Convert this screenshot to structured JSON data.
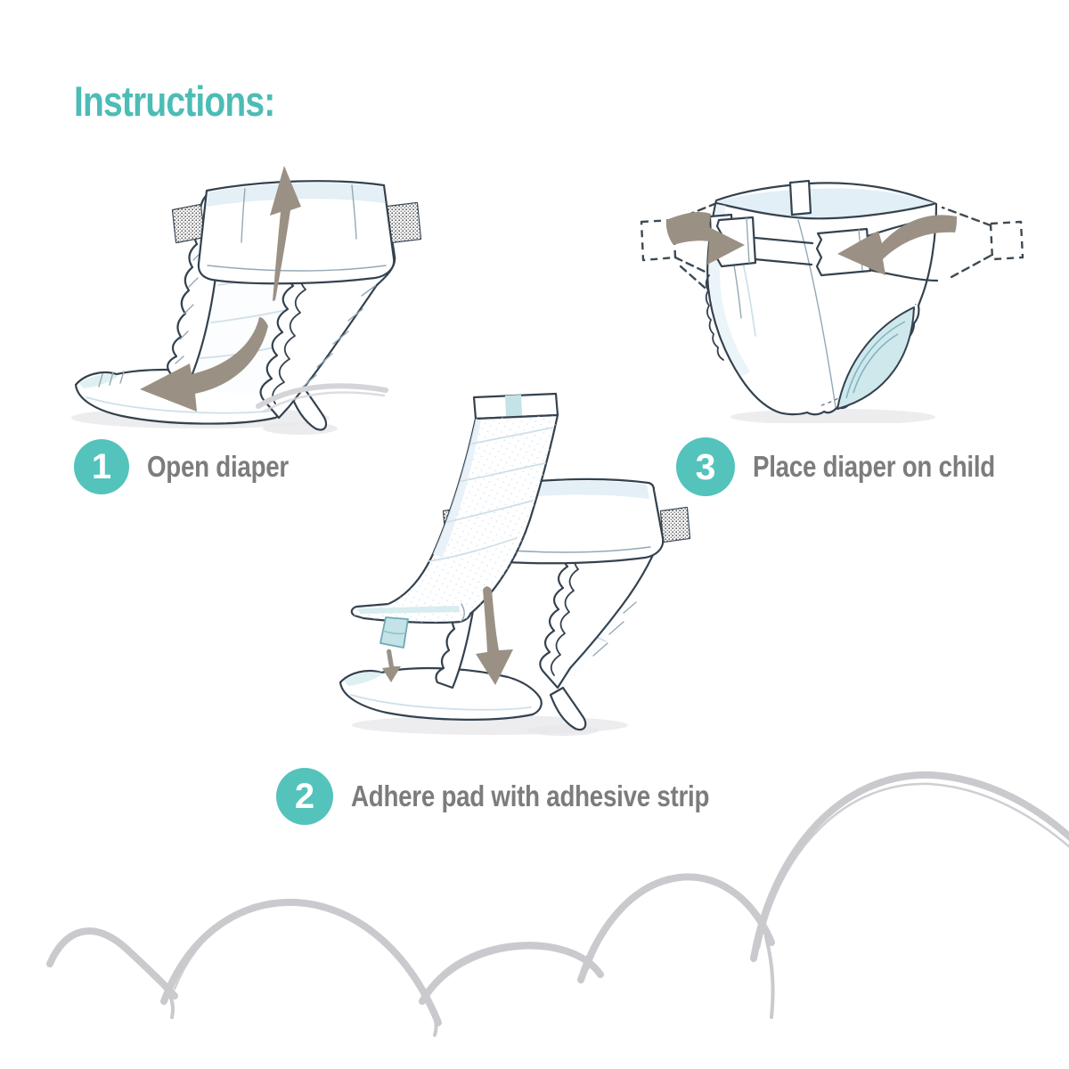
{
  "page": {
    "title": "Instructions:"
  },
  "steps": [
    {
      "number": "1",
      "label": "Open diaper",
      "illustration": "open-diaper-line-art"
    },
    {
      "number": "2",
      "label": "Adhere pad with adhesive strip",
      "illustration": "pad-with-adhesive-strip-line-art"
    },
    {
      "number": "3",
      "label": "Place diaper on child",
      "illustration": "fastened-diaper-line-art"
    }
  ],
  "colors": {
    "title_teal": "#4cbcb6",
    "badge_teal": "#53c3bc",
    "label_gray": "#7d7c7c",
    "arrow_taupe": "#9a9184",
    "outline_dark": "#34424f",
    "cloud_gray": "#cacace",
    "teal_tint": "#cfe8ec",
    "pale_blue": "#e4eff6",
    "adhesive_teal": "#c3e3e7"
  },
  "decorations": {
    "clouds": "hand-sketched cloud outlines",
    "swoosh": "gray motion streak"
  }
}
